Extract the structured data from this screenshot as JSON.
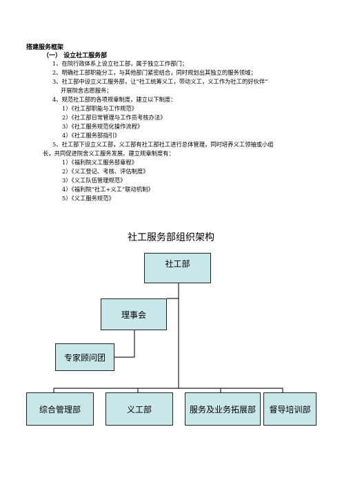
{
  "doc": {
    "title": "搭建服务框架",
    "section_heading": "（一） 设立社工服务部",
    "items": [
      "1、在院行政体系上设立社工部，属于独立工作部门；",
      "2、明确社工部职能分工，与其他部门紧密结合，同时规划出其独立的服务领域；",
      "3、社工部中设立义工服务部，让“社工统筹义工，带动义工，义工作为社工的好伙伴”",
      "开展院舍志愿服务；",
      "4、规范社工部的各项规章制度，建立以下制度：",
      "1）《社工部职能与工作规范》",
      "2）《社工部日常管理与工作员考核办法》",
      "3）《社工服务规范化操作流程》",
      "4）《社工服务部指引》",
      "5、社工部下设立义工部，义工部有社工部社工进行总体管理，同时培养义工领袖或小组",
      "长，共同促进院舍义工服务发展。建立规章制度有：",
      "1）《福利院义工服务部章程》",
      "2）《义工登记、考核、评估制度》",
      "3）《义工队伍管理规范》",
      "4）《福利院“社工+义工”联动机制》",
      "5）《义工服务规范》"
    ]
  },
  "org_chart": {
    "title": "社工服务部组织架构",
    "top": "社工部",
    "board": "理事会",
    "experts": "专家顾问团",
    "departments": [
      "综合管理部",
      "义工部",
      "服务及业务拓展部",
      "督导培训部"
    ]
  }
}
